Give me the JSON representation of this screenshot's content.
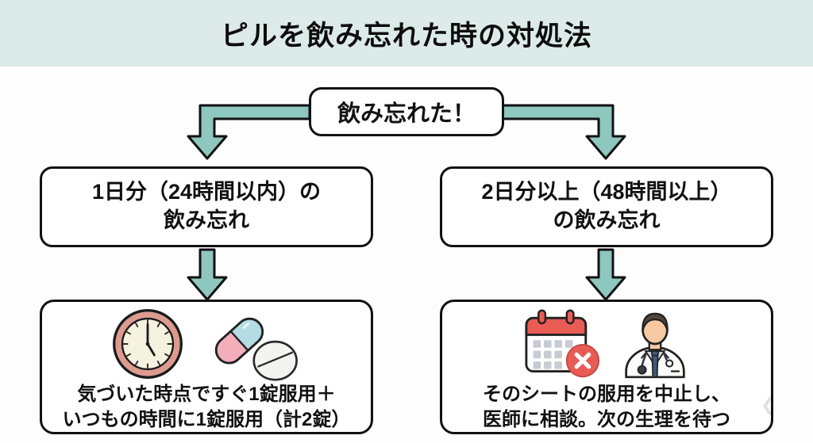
{
  "title": "ピルを飲み忘れた時の対処法",
  "flowchart": {
    "start": {
      "label": "飲み忘れた！"
    },
    "branches": {
      "left": {
        "condition_line1": "1日分（24時間以内）の",
        "condition_line2": "飲み忘れ",
        "action_line1": "気づいた時点ですぐ1錠服用＋",
        "action_line2": "いつもの時間に1錠服用（計2錠）",
        "icons": [
          "clock-icon",
          "capsule-pill-icon",
          "tablet-pill-icon"
        ]
      },
      "right": {
        "condition_line1": "2日分以上（48時間以上）",
        "condition_line2": "の飲み忘れ",
        "action_line1": "そのシートの服用を中止し、",
        "action_line2": "医師に相談。次の生理を待つ",
        "icons": [
          "calendar-x-icon",
          "doctor-icon"
        ]
      }
    }
  },
  "watermark_glyph": "❮",
  "colors": {
    "header_bg": "#dcebe9",
    "arrow_fill": "#8ec7bd",
    "outline": "#111111",
    "clock_rim": "#dd9b90",
    "clock_face": "#f6f2e0",
    "capsule_blue": "#b3dde2",
    "capsule_pink": "#f3aebb",
    "tablet_white": "#f3f3f0",
    "calendar_red": "#e85c55",
    "tie_navy": "#3e5979",
    "skin": "#f7c9a3",
    "hair_brown": "#54463c"
  }
}
